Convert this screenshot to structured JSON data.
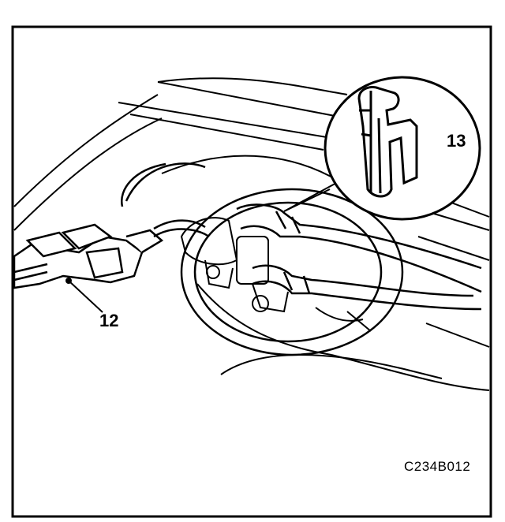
{
  "callouts": {
    "connector_label": "12",
    "clip_label": "13"
  },
  "figure_code": "C234B012",
  "colors": {
    "ink": "#000000",
    "paper": "#ffffff"
  }
}
